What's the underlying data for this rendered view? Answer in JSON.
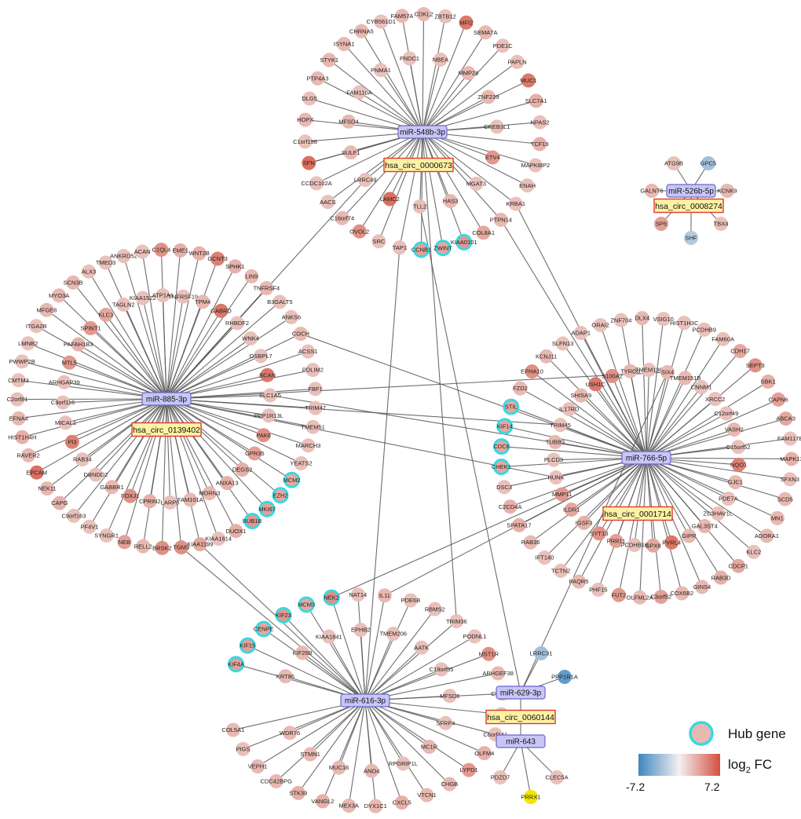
{
  "colors": {
    "edge": "#555555",
    "mirna_fill": "#c8c6f6",
    "mirna_stroke": "#6a68c9",
    "circ_fill": "#fdf2a4",
    "circ_stroke": "#e0392f",
    "hub_ring": "#37d9e1",
    "low": "#3f86bf",
    "mid": "#f4f0f0",
    "high": "#d2503d",
    "prrx1": "#f2e600"
  },
  "modules": [
    {
      "mirna": "miR-548b-3p",
      "circ": "hsa_circ_0000673",
      "genes": [
        {
          "name": "FAM57A",
          "fc": 0.35
        },
        {
          "name": "CDKL2",
          "fc": 0.35
        },
        {
          "name": "ZBTB12",
          "fc": 0.3
        },
        {
          "name": "MFI2",
          "fc": 0.75
        },
        {
          "name": "SEMA7A",
          "fc": 0.35
        },
        {
          "name": "PDE1C",
          "fc": 0.3
        },
        {
          "name": "PAPLN",
          "fc": 0.3
        },
        {
          "name": "MUC1",
          "fc": 0.75
        },
        {
          "name": "SLC7A1",
          "fc": 0.4
        },
        {
          "name": "NPAS2",
          "fc": 0.3
        },
        {
          "name": "TCF19",
          "fc": 0.4
        },
        {
          "name": "MAPK8IP2",
          "fc": 0.3
        },
        {
          "name": "ENAH",
          "fc": 0.3
        },
        {
          "name": "KRBA1",
          "fc": 0.3
        },
        {
          "name": "PTPN14",
          "fc": 0.35
        },
        {
          "name": "COL8A1",
          "fc": 0.45
        },
        {
          "name": "KIAA0101",
          "fc": 0.55,
          "hub": true
        },
        {
          "name": "ZWINT",
          "fc": 0.45,
          "hub": true
        },
        {
          "name": "CCNB1",
          "fc": 0.5,
          "hub": true
        },
        {
          "name": "TAP1",
          "fc": 0.3
        },
        {
          "name": "SRC",
          "fc": 0.3
        },
        {
          "name": "OVOL2",
          "fc": 0.6
        },
        {
          "name": "C16orf74",
          "fc": 0.35
        },
        {
          "name": "AACS",
          "fc": 0.3
        },
        {
          "name": "CCDC102A",
          "fc": 0.3
        },
        {
          "name": "SFN",
          "fc": 0.8
        },
        {
          "name": "C1orf198",
          "fc": 0.3
        },
        {
          "name": "HOPX",
          "fc": 0.35
        },
        {
          "name": "DLG5",
          "fc": 0.3
        },
        {
          "name": "PTP4A3",
          "fc": 0.35
        },
        {
          "name": "STYK1",
          "fc": 0.35
        },
        {
          "name": "ISYNA1",
          "fc": 0.35
        },
        {
          "name": "CHRNA5",
          "fc": 0.35
        },
        {
          "name": "CYB561D1",
          "fc": 0.3
        },
        {
          "name": "FNDC1",
          "fc": 0.3
        },
        {
          "name": "NBEA",
          "fc": 0.3
        },
        {
          "name": "MMP28",
          "fc": 0.35
        },
        {
          "name": "ZNF239",
          "fc": 0.35
        },
        {
          "name": "CREB3L1",
          "fc": 0.3
        },
        {
          "name": "ETV4",
          "fc": 0.55
        },
        {
          "name": "MGAT3",
          "fc": 0.3
        },
        {
          "name": "HAS3",
          "fc": 0.35
        },
        {
          "name": "TLL2",
          "fc": 0.3
        },
        {
          "name": "LAMC2",
          "fc": 0.8
        },
        {
          "name": "LRRC49",
          "fc": 0.3
        },
        {
          "name": "SULF1",
          "fc": 0.35
        },
        {
          "name": "MFSD4",
          "fc": 0.35
        },
        {
          "name": "FAM110A",
          "fc": 0.3
        },
        {
          "name": "PNMA1",
          "fc": 0.3
        }
      ]
    },
    {
      "mirna": "miR-885-3p",
      "circ": "hsa_circ_0139402",
      "genes": [
        {
          "name": "C1QL4",
          "fc": 0.6
        },
        {
          "name": "EME1",
          "fc": 0.4
        },
        {
          "name": "WNT2B",
          "fc": 0.4
        },
        {
          "name": "GCNT3",
          "fc": 0.7
        },
        {
          "name": "SPHK1",
          "fc": 0.4
        },
        {
          "name": "LIN9",
          "fc": 0.35
        },
        {
          "name": "TNFRSF4",
          "fc": 0.35
        },
        {
          "name": "B3GALT5",
          "fc": 0.3
        },
        {
          "name": "ANKS6",
          "fc": 0.3
        },
        {
          "name": "COCH",
          "fc": 0.35
        },
        {
          "name": "ACSS1",
          "fc": 0.3
        },
        {
          "name": "PDLIM2",
          "fc": 0.3
        },
        {
          "name": "FBF1",
          "fc": 0.3
        },
        {
          "name": "TRIM47",
          "fc": 0.3
        },
        {
          "name": "TMEM51",
          "fc": 0.3
        },
        {
          "name": "MARCH3",
          "fc": 0.3
        },
        {
          "name": "YEATS2",
          "fc": 0.3
        },
        {
          "name": "MCM2",
          "fc": 0.45,
          "hub": true
        },
        {
          "name": "EZH2",
          "fc": 0.45,
          "hub": true
        },
        {
          "name": "MKI67",
          "fc": 0.5,
          "hub": true
        },
        {
          "name": "BUB1B",
          "fc": 0.55,
          "hub": true
        },
        {
          "name": "DUOX1",
          "fc": 0.4
        },
        {
          "name": "KIAA1614",
          "fc": 0.3
        },
        {
          "name": "KIAA1199",
          "fc": 0.45
        },
        {
          "name": "TGM3",
          "fc": 0.6
        },
        {
          "name": "BRSK2",
          "fc": 0.6
        },
        {
          "name": "RELL2",
          "fc": 0.35
        },
        {
          "name": "NEB",
          "fc": 0.5
        },
        {
          "name": "SYNGR1",
          "fc": 0.3
        },
        {
          "name": "PF4V1",
          "fc": 0.3
        },
        {
          "name": "C9orf163",
          "fc": 0.3
        },
        {
          "name": "CAPG",
          "fc": 0.4
        },
        {
          "name": "NEK11",
          "fc": 0.35
        },
        {
          "name": "EPCAM",
          "fc": 0.8
        },
        {
          "name": "RAVER2",
          "fc": 0.35
        },
        {
          "name": "HIST1H4H",
          "fc": 0.4
        },
        {
          "name": "EFNA4",
          "fc": 0.35
        },
        {
          "name": "C2orf81",
          "fc": 0.3
        },
        {
          "name": "CMTM3",
          "fc": 0.3
        },
        {
          "name": "PWWP2B",
          "fc": 0.3
        },
        {
          "name": "LMNB2",
          "fc": 0.3
        },
        {
          "name": "ITGA2B",
          "fc": 0.3
        },
        {
          "name": "MFGE8",
          "fc": 0.35
        },
        {
          "name": "MYO3A",
          "fc": 0.35
        },
        {
          "name": "SCN3B",
          "fc": 0.35
        },
        {
          "name": "ALX3",
          "fc": 0.3
        },
        {
          "name": "TMED3",
          "fc": 0.3
        },
        {
          "name": "ANKRD52",
          "fc": 0.3
        },
        {
          "name": "ACAN",
          "fc": 0.3
        },
        {
          "name": "ATP1A1",
          "fc": 0.3
        },
        {
          "name": "TNFRSF19",
          "fc": 0.3
        },
        {
          "name": "TPM4",
          "fc": 0.35
        },
        {
          "name": "GABRD",
          "fc": 0.75
        },
        {
          "name": "RHBDF2",
          "fc": 0.3
        },
        {
          "name": "WNK4",
          "fc": 0.3
        },
        {
          "name": "OSBPL7",
          "fc": 0.3
        },
        {
          "name": "BCAN",
          "fc": 0.75
        },
        {
          "name": "SLC1A5",
          "fc": 0.3
        },
        {
          "name": "PPP1R13L",
          "fc": 0.3
        },
        {
          "name": "PAK6",
          "fc": 0.6
        },
        {
          "name": "GPR35",
          "fc": 0.5
        },
        {
          "name": "DEGS2",
          "fc": 0.4
        },
        {
          "name": "ANXA13",
          "fc": 0.4
        },
        {
          "name": "MORN3",
          "fc": 0.35
        },
        {
          "name": "FAM101A",
          "fc": 0.35
        },
        {
          "name": "LARP6",
          "fc": 0.3
        },
        {
          "name": "CPRIN2",
          "fc": 0.4
        },
        {
          "name": "FOXJ1",
          "fc": 0.6
        },
        {
          "name": "GABBR1",
          "fc": 0.35
        },
        {
          "name": "DBNDD2",
          "fc": 0.3
        },
        {
          "name": "RAB34",
          "fc": 0.3
        },
        {
          "name": "PI3",
          "fc": 0.7
        },
        {
          "name": "MICAL1",
          "fc": 0.3
        },
        {
          "name": "C9orf116",
          "fc": 0.3
        },
        {
          "name": "ARHGAP39",
          "fc": 0.3
        },
        {
          "name": "MTL5",
          "fc": 0.55
        },
        {
          "name": "PAFAH1B3",
          "fc": 0.4
        },
        {
          "name": "SPINT1",
          "fc": 0.55
        },
        {
          "name": "KLC3",
          "fc": 0.45
        },
        {
          "name": "TAGLN2",
          "fc": 0.3
        },
        {
          "name": "KIAA1522",
          "fc": 0.3
        }
      ]
    },
    {
      "mirna": "miR-766-5p",
      "circ": "hsa_circ_0001714",
      "genes": [
        {
          "name": "ZNF704",
          "fc": 0.3
        },
        {
          "name": "DLX4",
          "fc": 0.35
        },
        {
          "name": "VSIG10",
          "fc": 0.3
        },
        {
          "name": "HIST1H3C",
          "fc": 0.3
        },
        {
          "name": "PCDHB9",
          "fc": 0.3
        },
        {
          "name": "FAM60A",
          "fc": 0.3
        },
        {
          "name": "CDH17",
          "fc": 0.45
        },
        {
          "name": "SEPT3",
          "fc": 0.6
        },
        {
          "name": "SBK1",
          "fc": 0.4
        },
        {
          "name": "CAPN6",
          "fc": 0.5
        },
        {
          "name": "ABCA3",
          "fc": 0.45
        },
        {
          "name": "FAM117B",
          "fc": 0.3
        },
        {
          "name": "MAPK13",
          "fc": 0.4
        },
        {
          "name": "SFXN3",
          "fc": 0.3
        },
        {
          "name": "SCD5",
          "fc": 0.35
        },
        {
          "name": "MN1",
          "fc": 0.35
        },
        {
          "name": "ADORA1",
          "fc": 0.35
        },
        {
          "name": "KLC2",
          "fc": 0.3
        },
        {
          "name": "CDCP1",
          "fc": 0.45
        },
        {
          "name": "RAB3D",
          "fc": 0.4
        },
        {
          "name": "GINS4",
          "fc": 0.35
        },
        {
          "name": "COX6B2",
          "fc": 0.35
        },
        {
          "name": "C3orf52",
          "fc": 0.5
        },
        {
          "name": "OLFML2A",
          "fc": 0.35
        },
        {
          "name": "FUT2",
          "fc": 0.55
        },
        {
          "name": "PHF15",
          "fc": 0.3
        },
        {
          "name": "PAQR5",
          "fc": 0.35
        },
        {
          "name": "TCTN2",
          "fc": 0.3
        },
        {
          "name": "IFT140",
          "fc": 0.3
        },
        {
          "name": "RAB36",
          "fc": 0.35
        },
        {
          "name": "SPATA17",
          "fc": 0.4
        },
        {
          "name": "C2CD4A",
          "fc": 0.4
        },
        {
          "name": "DSC3",
          "fc": 0.3
        },
        {
          "name": "CHEK1",
          "fc": 0.45,
          "hub": true
        },
        {
          "name": "CDC6",
          "fc": 0.45,
          "hub": true
        },
        {
          "name": "KIF14",
          "fc": 0.45,
          "hub": true
        },
        {
          "name": "STIL",
          "fc": 0.45,
          "hub": true
        },
        {
          "name": "FZD2",
          "fc": 0.35
        },
        {
          "name": "EPHA10",
          "fc": 0.6
        },
        {
          "name": "KCNJ11",
          "fc": 0.35
        },
        {
          "name": "SLFN13",
          "fc": 0.3
        },
        {
          "name": "ADAP1",
          "fc": 0.3
        },
        {
          "name": "ORAI2",
          "fc": 0.3
        },
        {
          "name": "TYRO3",
          "fc": 0.35
        },
        {
          "name": "TMEM136",
          "fc": 0.3
        },
        {
          "name": "SIX4",
          "fc": 0.35
        },
        {
          "name": "TMEM151B",
          "fc": 0.35
        },
        {
          "name": "CNNM1",
          "fc": 0.3
        },
        {
          "name": "XRCC2",
          "fc": 0.3
        },
        {
          "name": "C12orf49",
          "fc": 0.3
        },
        {
          "name": "VASH2",
          "fc": 0.35
        },
        {
          "name": "C15orf52",
          "fc": 0.3
        },
        {
          "name": "NQO1",
          "fc": 0.7
        },
        {
          "name": "GJC1",
          "fc": 0.35
        },
        {
          "name": "PDE7A",
          "fc": 0.3
        },
        {
          "name": "ZC3HAV1L",
          "fc": 0.3
        },
        {
          "name": "GAL3ST4",
          "fc": 0.35
        },
        {
          "name": "GIPR",
          "fc": 0.35
        },
        {
          "name": "PVRL4",
          "fc": 0.75
        },
        {
          "name": "GPX8",
          "fc": 0.45
        },
        {
          "name": "PCDHB16",
          "fc": 0.3
        },
        {
          "name": "PRR11",
          "fc": 0.5
        },
        {
          "name": "SYT13",
          "fc": 0.6
        },
        {
          "name": "IGSF3",
          "fc": 0.4
        },
        {
          "name": "ILDR1",
          "fc": 0.45
        },
        {
          "name": "MMP11",
          "fc": 0.55
        },
        {
          "name": "HUNK",
          "fc": 0.3
        },
        {
          "name": "PLCD3",
          "fc": 0.3
        },
        {
          "name": "TUBB3",
          "fc": 0.35
        },
        {
          "name": "TRIM45",
          "fc": 0.3
        },
        {
          "name": "IL17RD",
          "fc": 0.3
        },
        {
          "name": "SHISA9",
          "fc": 0.35
        },
        {
          "name": "USH1C",
          "fc": 0.75
        },
        {
          "name": "S100A2",
          "fc": 0.6
        }
      ]
    },
    {
      "mirna": "miR-616-3p",
      "circ": "",
      "genes": [
        {
          "name": "KIF4A",
          "fc": 0.5,
          "hub": true
        },
        {
          "name": "KIF15",
          "fc": 0.5,
          "hub": true
        },
        {
          "name": "CENPE",
          "fc": 0.45,
          "hub": true
        },
        {
          "name": "KIF23",
          "fc": 0.55,
          "hub": true
        },
        {
          "name": "MCM3",
          "fc": 0.45,
          "hub": true
        },
        {
          "name": "NEK2",
          "fc": 0.6,
          "hub": true
        },
        {
          "name": "NAT14",
          "fc": 0.3
        },
        {
          "name": "IL11",
          "fc": 0.35
        },
        {
          "name": "PDE6B",
          "fc": 0.3
        },
        {
          "name": "RBMS2",
          "fc": 0.3
        },
        {
          "name": "TRIM36",
          "fc": 0.3
        },
        {
          "name": "PODNL1",
          "fc": 0.3
        },
        {
          "name": "MST1R",
          "fc": 0.6
        },
        {
          "name": "ARHGEF38",
          "fc": 0.35
        },
        {
          "name": "COL9A2",
          "fc": 0.4
        },
        {
          "name": "C11orf70",
          "fc": 0.3
        },
        {
          "name": "C6orf141",
          "fc": 0.3
        },
        {
          "name": "OLFM4",
          "fc": 0.4
        },
        {
          "name": "LYPD1",
          "fc": 0.55
        },
        {
          "name": "CHGB",
          "fc": 0.35
        },
        {
          "name": "VTCN1",
          "fc": 0.35
        },
        {
          "name": "CXCL5",
          "fc": 0.4
        },
        {
          "name": "DYX1C1",
          "fc": 0.35
        },
        {
          "name": "MEX3A",
          "fc": 0.35
        },
        {
          "name": "VANGL2",
          "fc": 0.4
        },
        {
          "name": "STK39",
          "fc": 0.4
        },
        {
          "name": "CDC42BPG",
          "fc": 0.35
        },
        {
          "name": "VEPH1",
          "fc": 0.35
        },
        {
          "name": "PIGS",
          "fc": 0.3
        },
        {
          "name": "COL5A1",
          "fc": 0.35
        },
        {
          "name": "KRT86",
          "fc": 0.35
        },
        {
          "name": "KIF26B",
          "fc": 0.35
        },
        {
          "name": "KIAA1841",
          "fc": 0.3
        },
        {
          "name": "EPHB2",
          "fc": 0.3
        },
        {
          "name": "TMEM206",
          "fc": 0.3
        },
        {
          "name": "AATK",
          "fc": 0.3
        },
        {
          "name": "C19orf55",
          "fc": 0.3
        },
        {
          "name": "MFSD6",
          "fc": 0.3
        },
        {
          "name": "SFRP4",
          "fc": 0.3
        },
        {
          "name": "MC1R",
          "fc": 0.35
        },
        {
          "name": "RPGRIP1L",
          "fc": 0.3
        },
        {
          "name": "ANO4",
          "fc": 0.35
        },
        {
          "name": "MUC16",
          "fc": 0.35
        },
        {
          "name": "STMN1",
          "fc": 0.35
        },
        {
          "name": "WDR76",
          "fc": 0.35
        }
      ]
    }
  ],
  "small_modules": [
    {
      "mirna": "miR-526b-5p",
      "circ": "hsa_circ_0008274",
      "genes": [
        {
          "name": "ATG9B",
          "fc": 0.3
        },
        {
          "name": "GPC5",
          "fc": -0.45
        },
        {
          "name": "KCNK9",
          "fc": 0.35
        },
        {
          "name": "TBX4",
          "fc": 0.3
        },
        {
          "name": "SHF",
          "fc": -0.35
        },
        {
          "name": "SP6",
          "fc": 0.5
        },
        {
          "name": "GALNT6",
          "fc": 0.35
        }
      ]
    },
    {
      "mirna": "miR-629-3p",
      "circ": "hsa_circ_0060144",
      "mirna2": "miR-643",
      "genes": [
        {
          "name": "LRRC31",
          "fc": -0.45
        },
        {
          "name": "PPP1R1A",
          "fc": -0.8
        },
        {
          "name": "CLEC5A",
          "fc": 0.3
        },
        {
          "name": "PRRX1",
          "fc": 0.0
        },
        {
          "name": "PDZD7",
          "fc": 0.3
        }
      ]
    }
  ],
  "legend": {
    "hub_label": "Hub gene",
    "fc_label": "log",
    "fc_sub": "2",
    "fc_suffix": " FC",
    "min": "-7.2",
    "max": "7.2"
  }
}
